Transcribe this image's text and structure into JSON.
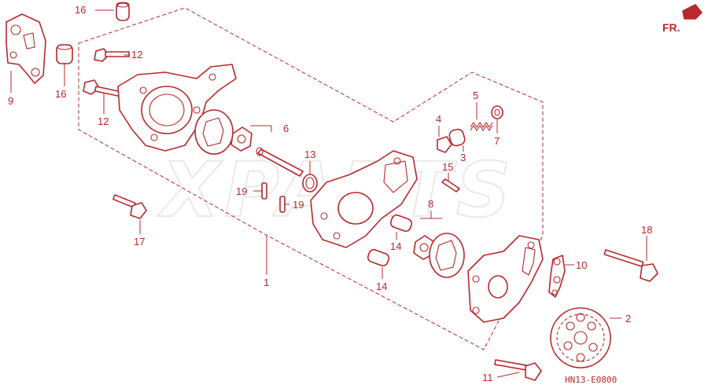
{
  "diagram": {
    "watermark": "XPARTS",
    "orientation": "FR.",
    "drawing_code": "HN13-E0800",
    "accent_color": "#b8282c",
    "callouts": [
      "1",
      "2",
      "3",
      "4",
      "5",
      "6",
      "7",
      "8",
      "9",
      "10",
      "11",
      "12",
      "12",
      "13",
      "14",
      "14",
      "15",
      "16",
      "16",
      "17",
      "18",
      "19",
      "19"
    ]
  }
}
